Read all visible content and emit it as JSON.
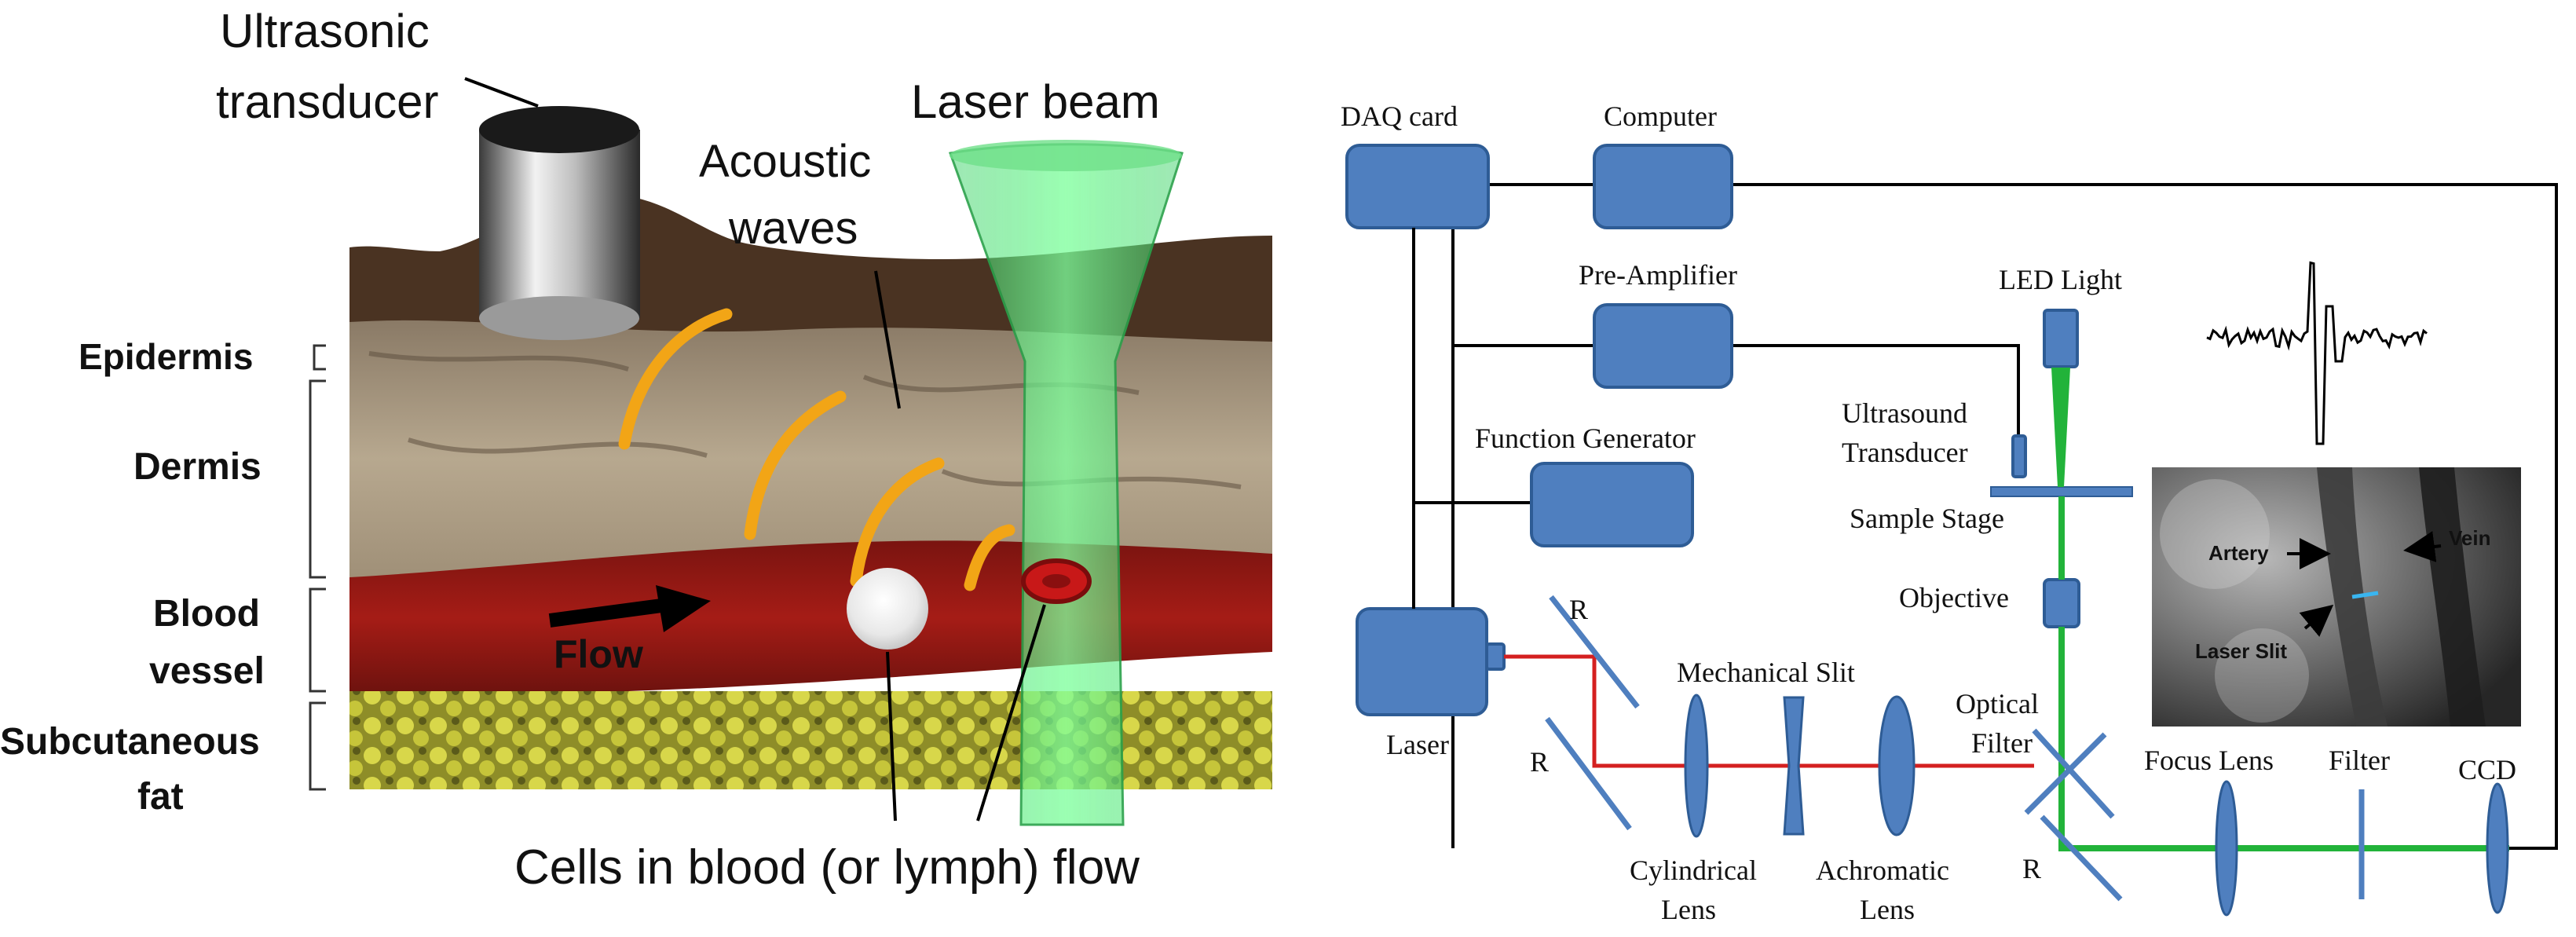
{
  "left_panel": {
    "labels": {
      "ultrasonic_transducer_1": "Ultrasonic",
      "ultrasonic_transducer_2": "transducer",
      "laser_beam": "Laser beam",
      "acoustic_1": "Acoustic",
      "acoustic_2": "waves",
      "epidermis": "Epidermis",
      "dermis": "Dermis",
      "blood_1": "Blood",
      "blood_2": "vessel",
      "subcut_1": "Subcutaneous",
      "subcut_2": "fat",
      "flow": "Flow",
      "cells": "Cells in blood (or lymph) flow"
    }
  },
  "right_panel": {
    "labels": {
      "daq": "DAQ card",
      "computer": "Computer",
      "preamp": "Pre-Amplifier",
      "led": "LED Light",
      "ultrasound_1": "Ultrasound",
      "ultrasound_2": "Transducer",
      "funcgen": "Function Generator",
      "sample_stage": "Sample Stage",
      "objective": "Objective",
      "laser": "Laser",
      "r_top": "R",
      "r_mid": "R",
      "r_bottom": "R",
      "mech_slit": "Mechanical Slit",
      "optical_1": "Optical",
      "optical_2": "Filter",
      "cyl_1": "Cylindrical",
      "cyl_2": "Lens",
      "achro_1": "Achromatic",
      "achro_2": "Lens",
      "focus_lens": "Focus Lens",
      "filter": "Filter",
      "ccd": "CCD"
    },
    "micrograph": {
      "artery": "Artery",
      "vein": "Vein",
      "laser_slit": "Laser Slit"
    }
  },
  "colors": {
    "component_blue": "#4f7fbf",
    "laser_red": "#d42020",
    "beam_green": "#22b33a",
    "blood_red": "#9c1a14",
    "fat_yellow": "#c9c83a",
    "acoustic_orange": "#f2a516"
  }
}
